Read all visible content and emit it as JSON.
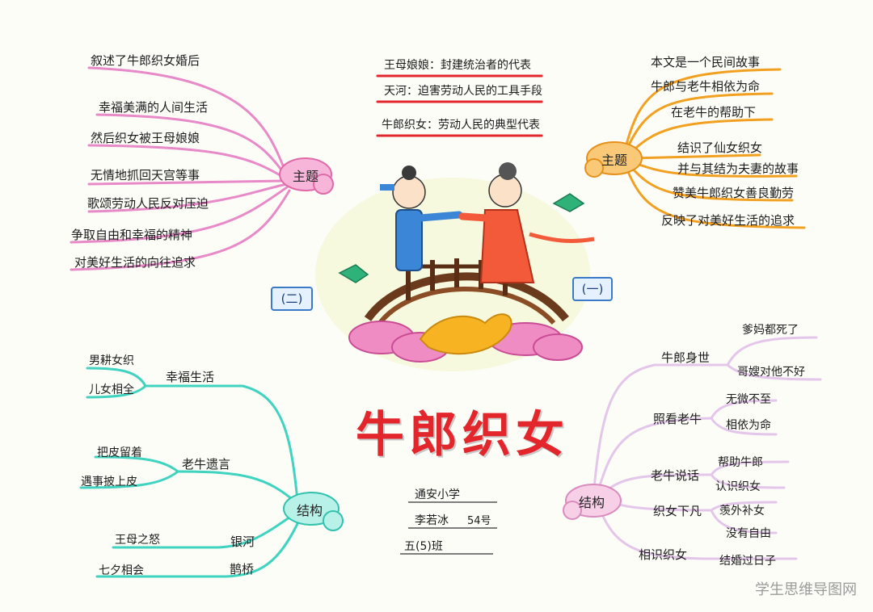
{
  "title": "牛郎织女",
  "top_notes": [
    "王母娘娘：封建统治者的代表",
    "天河：迫害劳动人民的工具手段",
    "牛郎织女：劳动人民的典型代表"
  ],
  "author": {
    "school": "通安小学",
    "name": "李若冰",
    "number": "54号",
    "class": "五(5)班"
  },
  "box_left": "(二)",
  "box_right": "(一)",
  "branch_tl": {
    "label": "主题",
    "items": [
      "叙述了牛郎织女婚后",
      "幸福美满的人间生活",
      "然后织女被王母娘娘",
      "无情地抓回天宫等事",
      "歌颂劳动人民反对压迫",
      "争取自由和幸福的精神",
      "对美好生活的向往追求"
    ]
  },
  "branch_tr": {
    "label": "主题",
    "items": [
      "本文是一个民间故事",
      "牛郎与老牛相依为命",
      "在老牛的帮助下",
      "结识了仙女织女",
      "并与其结为夫妻的故事",
      "赞美牛郎织女善良勤劳",
      "反映了对美好生活的追求"
    ]
  },
  "branch_bl": {
    "label": "结构",
    "groups": [
      {
        "label": "幸福生活",
        "leaves": [
          "男耕女织",
          "儿女相全"
        ]
      },
      {
        "label": "老牛遗言",
        "leaves": [
          "把皮留着",
          "遇事披上皮"
        ]
      },
      {
        "label": "银河",
        "leaves": [
          "王母之怒"
        ]
      },
      {
        "label": "鹊桥",
        "leaves": [
          "七夕相会"
        ]
      }
    ]
  },
  "branch_br": {
    "label": "结构",
    "groups": [
      {
        "label": "牛郎身世",
        "leaves": [
          "爹妈都死了",
          "哥嫂对他不好"
        ]
      },
      {
        "label": "照看老牛",
        "leaves": [
          "无微不至",
          "相依为命"
        ]
      },
      {
        "label": "老牛说话",
        "leaves": [
          "帮助牛郎",
          "认识织女"
        ]
      },
      {
        "label": "织女下凡",
        "leaves": [
          "羡外补女",
          "没有自由"
        ]
      },
      {
        "label": "相识织女",
        "leaves": [
          "结婚过日子"
        ]
      }
    ]
  },
  "watermark": "学生思维导图网",
  "colors": {
    "pink": "#e889c8",
    "orange": "#f2a020",
    "teal": "#3fd3c0",
    "lavender": "#e3c6ea",
    "red": "#e3262b"
  }
}
